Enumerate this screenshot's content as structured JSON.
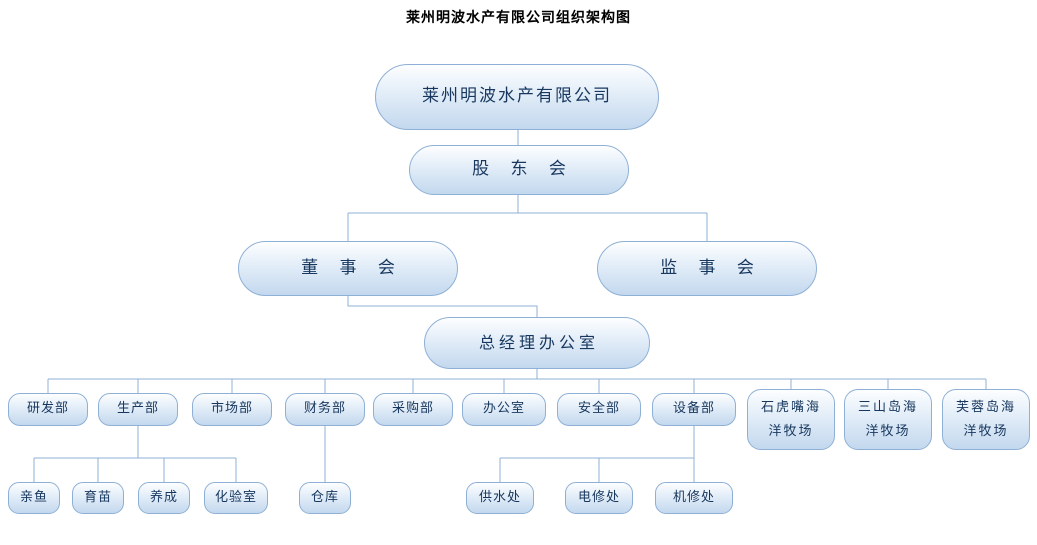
{
  "title": "莱州明波水产有限公司组织架构图",
  "org": {
    "company": "莱州明波水产有限公司",
    "shareholders_meeting": "股 东 会",
    "board_of_directors": "董 事 会",
    "board_of_supervisors": "监 事 会",
    "gm_office": "总经理办公室",
    "departments": [
      "研发部",
      "生产部",
      "市场部",
      "财务部",
      "采购部",
      "办公室",
      "安全部",
      "设备部",
      "石虎嘴海洋牧场",
      "三山岛海洋牧场",
      "芙蓉岛海洋牧场"
    ],
    "production_sub": [
      "亲鱼",
      "育苗",
      "养成",
      "化验室"
    ],
    "finance_sub": [
      "仓库"
    ],
    "equipment_sub": [
      "供水处",
      "电修处",
      "机修处"
    ]
  },
  "colors": {
    "title_text": "#000000",
    "node_text": "#17375e",
    "node_border": "#8fb0d6",
    "node_fill_top": "#fdfeff",
    "node_fill_bottom": "#c3d8ee",
    "connector": "#8fb0d6"
  }
}
